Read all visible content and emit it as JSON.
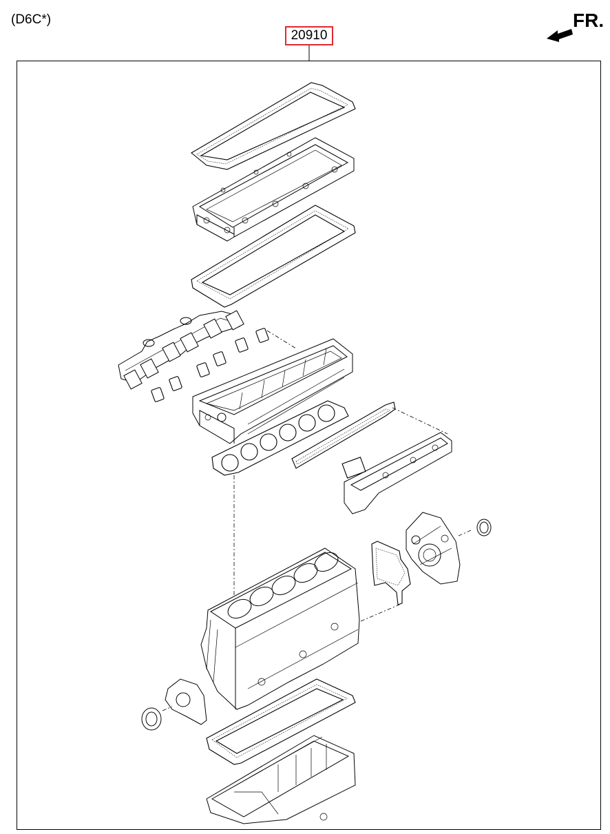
{
  "model_code": "(D6C*)",
  "part_number": "20910",
  "direction": {
    "label": "FR.",
    "icon": "front-direction-arrow-icon"
  },
  "colors": {
    "part_number_border": "#e0282f"
  }
}
